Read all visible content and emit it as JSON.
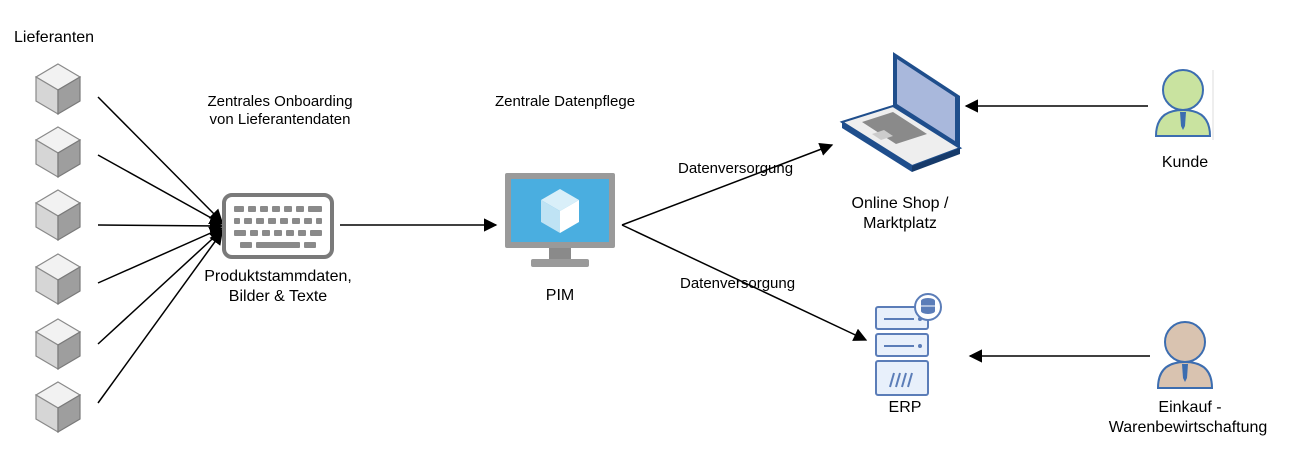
{
  "suppliers": {
    "title": "Lieferanten",
    "count": 6
  },
  "onboarding": {
    "caption_line1": "Zentrales Onboarding",
    "caption_line2": "von Lieferantendaten",
    "label_line1": "Produktstammdaten,",
    "label_line2": "Bilder & Texte",
    "icon": "keyboard-icon"
  },
  "pim": {
    "caption": "Zentrale Datenpflege",
    "label": "PIM",
    "icon": "monitor-cube-icon"
  },
  "edges": {
    "to_shop": "Datenversorgung",
    "to_erp": "Datenversorgung"
  },
  "shop": {
    "label_line1": "Online Shop /",
    "label_line2": "Marktplatz",
    "icon": "laptop-icon"
  },
  "erp": {
    "label": "ERP",
    "icon": "server-database-icon"
  },
  "customer": {
    "label": "Kunde",
    "icon": "person-icon",
    "color": "#c9e3a0"
  },
  "purchasing": {
    "label_line1": "Einkauf -",
    "label_line2": "Warenbewirtschaftung",
    "icon": "person-icon",
    "color": "#d9c3b0"
  },
  "colors": {
    "arrow": "#000000",
    "pim_screen": "#4aaee0",
    "laptop_frame": "#1f4e8c"
  }
}
